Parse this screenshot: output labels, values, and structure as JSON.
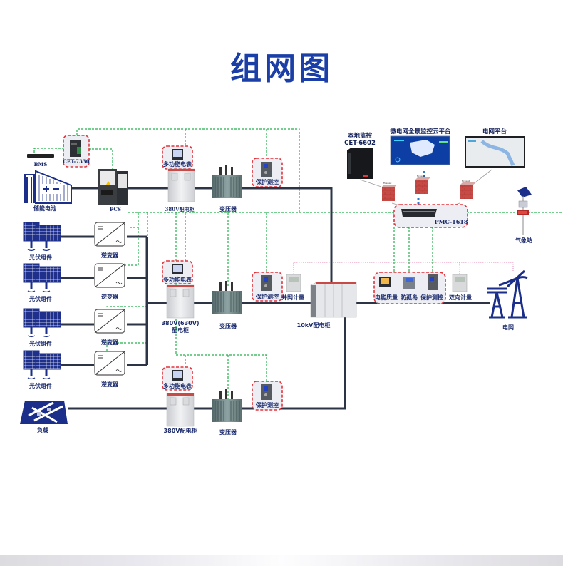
{
  "title": "组网图",
  "colors": {
    "title": "#1b3fa6",
    "power_line": "#2c3446",
    "comm_line": "#22b04b",
    "metering_line": "#e58ab8",
    "device_box_border": "#e3343b",
    "icon_blue": "#1b2f8a"
  },
  "storage_branch": {
    "bms": "BMS",
    "cet_7330": "CET-7330",
    "battery": "储能电池",
    "pcs": "PCS",
    "multi_meter": "多功能电表",
    "cabinet_380v": "380V配电柜",
    "transformer": "变压器",
    "protection": "保护测控"
  },
  "pv_branch": {
    "pv_modules": [
      "光伏组件",
      "光伏组件",
      "光伏组件",
      "光伏组件"
    ],
    "inverters": [
      "逆变器",
      "逆变器",
      "逆变器",
      "逆变器"
    ],
    "multi_meter": "多功能电表",
    "cabinet": "380V(630V)",
    "cabinet_line2": "配电柜",
    "transformer": "变压器",
    "protection": "保护测控",
    "grid_meter": "并网计量"
  },
  "load_branch": {
    "load": "负载",
    "multi_meter": "多功能电表",
    "cabinet_380v": "380V配电柜",
    "transformer": "变压器",
    "protection": "保护测控"
  },
  "hv": {
    "cabinet_10kv": "10kV配电柜",
    "power_quality": "电能质量",
    "anti_islanding": "防孤岛",
    "protection": "保护测控",
    "bidirectional_meter": "双向计量",
    "grid": "电网"
  },
  "monitoring": {
    "local_monitor": "本地监控",
    "local_monitor_model": "CET-6602",
    "cloud_platform": "微电网全景监控云平台",
    "grid_platform": "电网平台",
    "gateway": "PMC-1618",
    "firewall": "Firewall",
    "weather_station": "气象站"
  }
}
